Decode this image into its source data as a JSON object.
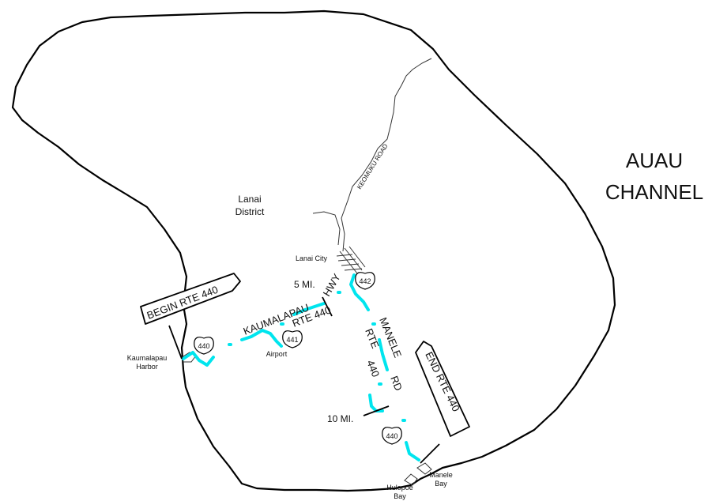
{
  "water": {
    "channel_line1": "AUAU",
    "channel_line2": "CHANNEL"
  },
  "district": {
    "line1": "Lanai",
    "line2": "District"
  },
  "places": {
    "lanai_city": "Lanai City",
    "airport": "Airport",
    "kaumalapau_line1": "Kaumalapau",
    "kaumalapau_line2": "Harbor",
    "hulopoe_line1": "Hulopoe",
    "hulopoe_line2": "Bay",
    "manele_line1": "Manele",
    "manele_line2": "Bay"
  },
  "roads": {
    "keomuku": "KEOMUKU ROAD",
    "kaumalapau_hwy_1": "KAUMALAPAU",
    "kaumalapau_hwy_2": "HWY",
    "kaumalapau_rte": "RTE 440",
    "manele_rd_1": "MANELE",
    "manele_rd_2": "RD",
    "manele_rte_1": "RTE",
    "manele_rte_2": "440"
  },
  "mileposts": {
    "mile5": "5 MI.",
    "mile10": "10 MI."
  },
  "shields": {
    "s440_west": "440",
    "s441": "441",
    "s442": "442",
    "s440_south": "440"
  },
  "flags": {
    "begin": "BEGIN RTE 440",
    "end": "END RTE 440"
  },
  "colors": {
    "highway": "#00e5ee",
    "coast": "#000000"
  }
}
